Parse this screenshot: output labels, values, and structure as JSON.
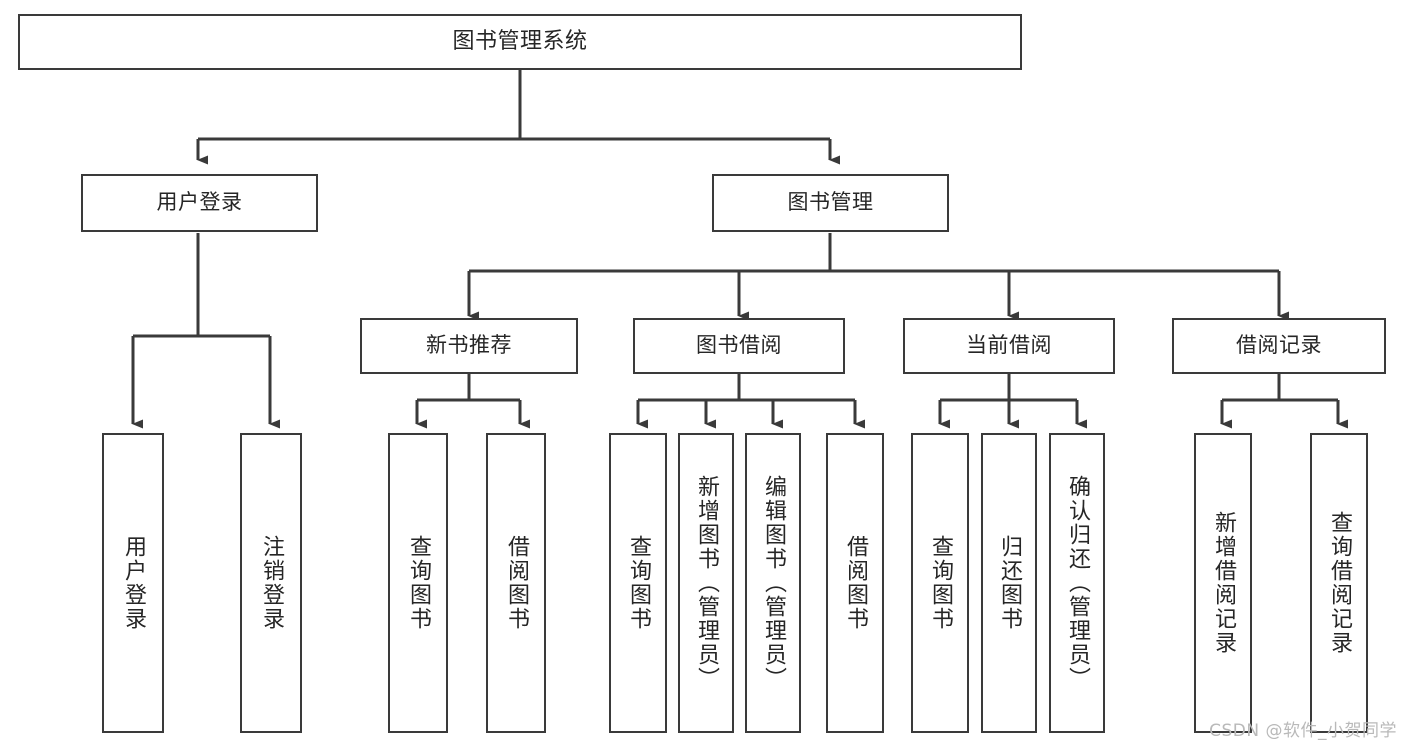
{
  "diagram": {
    "title": "图书管理系统",
    "watermark": "CSDN @软件_小贺同学",
    "colors": {
      "background": "#ffffff",
      "border": "#3a3a3a",
      "connector": "#3a3a3a",
      "text": "#262626",
      "watermark": "#b9b9b9"
    },
    "root": {
      "label": "图书管理系统"
    },
    "level2": [
      {
        "label": "用户登录"
      },
      {
        "label": "图书管理"
      }
    ],
    "level3": [
      {
        "label": "新书推荐"
      },
      {
        "label": "图书借阅"
      },
      {
        "label": "当前借阅"
      },
      {
        "label": "借阅记录"
      }
    ],
    "leaves": {
      "user_login": [
        {
          "label": "用户登录"
        },
        {
          "label": "注销登录"
        }
      ],
      "new_book_recommend": [
        {
          "label": "查询图书"
        },
        {
          "label": "借阅图书"
        }
      ],
      "book_borrow": [
        {
          "label": "查询图书"
        },
        {
          "label": "新增图书（管理员）"
        },
        {
          "label": "编辑图书（管理员）"
        },
        {
          "label": "借阅图书"
        }
      ],
      "current_borrow": [
        {
          "label": "查询图书"
        },
        {
          "label": "归还图书"
        },
        {
          "label": "确认归还（管理员）"
        }
      ],
      "borrow_record": [
        {
          "label": "新增借阅记录"
        },
        {
          "label": "查询借阅记录"
        }
      ]
    }
  }
}
